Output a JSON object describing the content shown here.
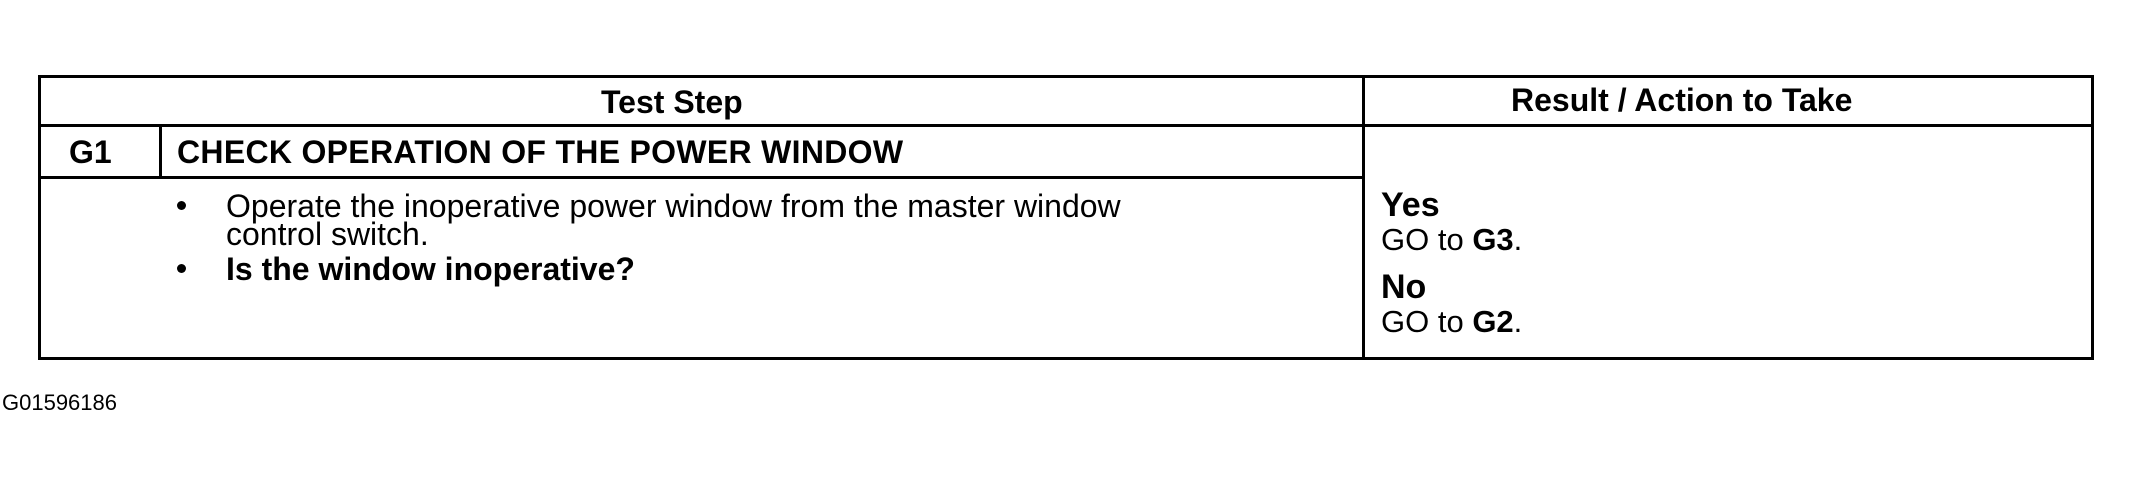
{
  "header": {
    "test_step": "Test Step",
    "result_action": "Result / Action to Take"
  },
  "step": {
    "id": "G1",
    "title": "CHECK OPERATION OF THE POWER WINDOW",
    "bullets": [
      {
        "line1": "Operate the inoperative power window from the master window",
        "line2": "control switch."
      },
      {
        "line1": "Is the window inoperative?"
      }
    ]
  },
  "results": [
    {
      "answer": "Yes",
      "action_prefix": "GO to ",
      "action_target": "G3",
      "action_suffix": "."
    },
    {
      "answer": "No",
      "action_prefix": "GO to ",
      "action_target": "G2",
      "action_suffix": "."
    }
  ],
  "footer": {
    "figure_id": "G01596186"
  }
}
